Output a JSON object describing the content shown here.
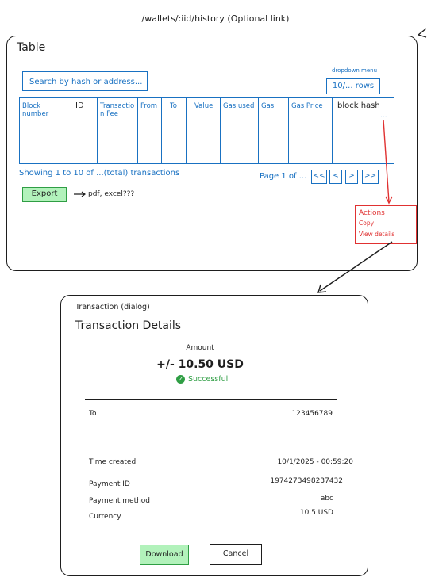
{
  "route": "/wallets/:iid/history (Optional link)",
  "table_frame": {
    "title": "Table",
    "search_placeholder": "Search by hash or address...",
    "dropdown_caption": "dropdown menu",
    "rows_label": "10/... rows",
    "columns": [
      "Block number",
      "ID",
      "Transaction Fee",
      "From",
      "To",
      "Value",
      "Gas used",
      "Gas",
      "Gas Price",
      "block hash"
    ],
    "overflow_mark": "...",
    "showing_text": "Showing 1 to 10 of ...(total) transactions",
    "page_text": "Page 1 of ...",
    "pager": {
      "first": "<<",
      "prev": "<",
      "next": ">",
      "last": ">>"
    },
    "export_label": "Export",
    "export_note": "pdf, excel???"
  },
  "actions_menu": {
    "title": "Actions",
    "items": [
      "Copy",
      "View details"
    ]
  },
  "dialog": {
    "caption": "Transaction (dialog)",
    "title": "Transaction Details",
    "amount_label": "Amount",
    "amount_value": "+/- 10.50 USD",
    "status": "Successful",
    "fields": {
      "to_label": "To",
      "to_value": "123456789",
      "time_label": "Time created",
      "time_value": "10/1/2025 - 00:59:20",
      "payment_id_label": "Payment ID",
      "payment_id_value": "1974273498237432",
      "method_label": "Payment method",
      "method_value": "abc",
      "currency_label": "Currency",
      "currency_value": "10.5 USD"
    },
    "download_label": "Download",
    "cancel_label": "Cancel"
  },
  "colors": {
    "ink": "#1e1e1e",
    "blue": "#1971c2",
    "red": "#e03131",
    "green": "#2f9e44",
    "green_fill": "#b2f2bb"
  }
}
